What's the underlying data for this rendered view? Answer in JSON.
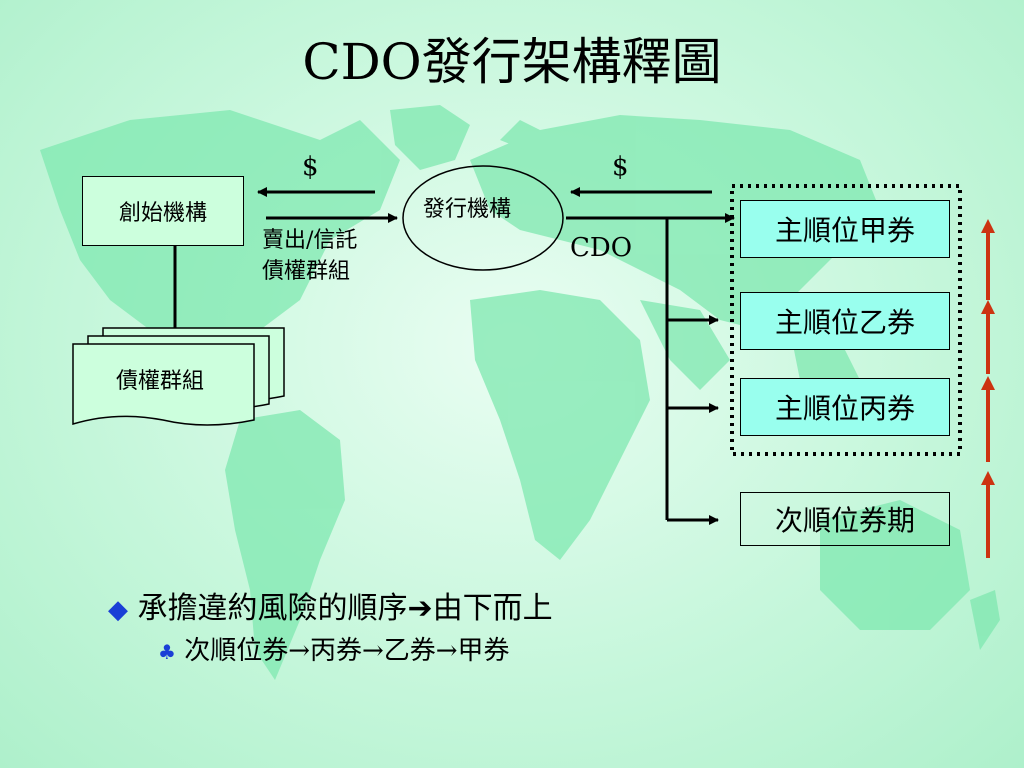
{
  "title": "CDO發行架構釋圖",
  "nodes": {
    "originator": "創始機構",
    "issuer": "發行機構",
    "pool": "債權群組",
    "senior_a": "主順位甲券",
    "senior_b": "主順位乙券",
    "senior_c": "主順位丙券",
    "subordinate": "次順位券期"
  },
  "labels": {
    "dollar_left": "$",
    "dollar_right": "$",
    "sell_trust_line1": "賣出/信託",
    "sell_trust_line2": "債權群組",
    "cdo": "CDO"
  },
  "bullets": {
    "main": "承擔違約風險的順序",
    "main_arrow": "➔",
    "main_tail": "由下而上",
    "sub": "次順位券→丙券→乙券→甲券"
  },
  "colors": {
    "bullet_marker": "#1a3fd6",
    "sub_marker": "#1a3fd6",
    "risk_arrow": "#cc3311",
    "tranche_fill": "#99ffee",
    "box_fill": "#ccffdd"
  }
}
